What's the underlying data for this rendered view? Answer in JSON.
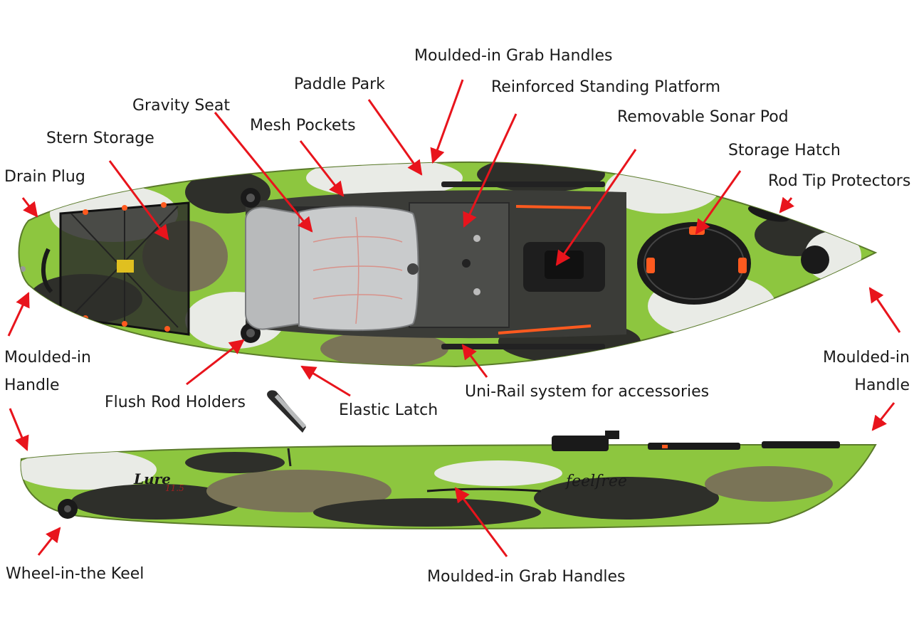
{
  "labels": {
    "grab_handles_top": "Moulded-in Grab Handles",
    "paddle_park": "Paddle Park",
    "standing_platform": "Reinforced Standing Platform",
    "gravity_seat": "Gravity Seat",
    "mesh_pockets": "Mesh Pockets",
    "sonar_pod": "Removable Sonar Pod",
    "stern_storage": "Stern Storage",
    "storage_hatch": "Storage Hatch",
    "drain_plug": "Drain Plug",
    "rod_tip_protectors": "Rod Tip Protectors",
    "handle_left": "Moulded-in Handle",
    "handle_right": "Moulded-in Handle",
    "flush_rod_holders": "Flush Rod Holders",
    "elastic_latch": "Elastic Latch",
    "uni_rail": "Uni-Rail system for accessories",
    "wheel_keel": "Wheel-in-the Keel",
    "grab_handles_bottom": "Moulded-in Grab Handles"
  },
  "hull_text": {
    "brand": "feelfree",
    "model": "Lure",
    "model_size": "11.5"
  },
  "colors": {
    "arrow": "#e8141c",
    "camo_green": "#8dc63f",
    "camo_dark": "#2e2f2a",
    "camo_olive": "#7a7457",
    "camo_white": "#e9ebe6",
    "seat_grey": "#b8babb",
    "accent_orange": "#ff5a1f"
  }
}
